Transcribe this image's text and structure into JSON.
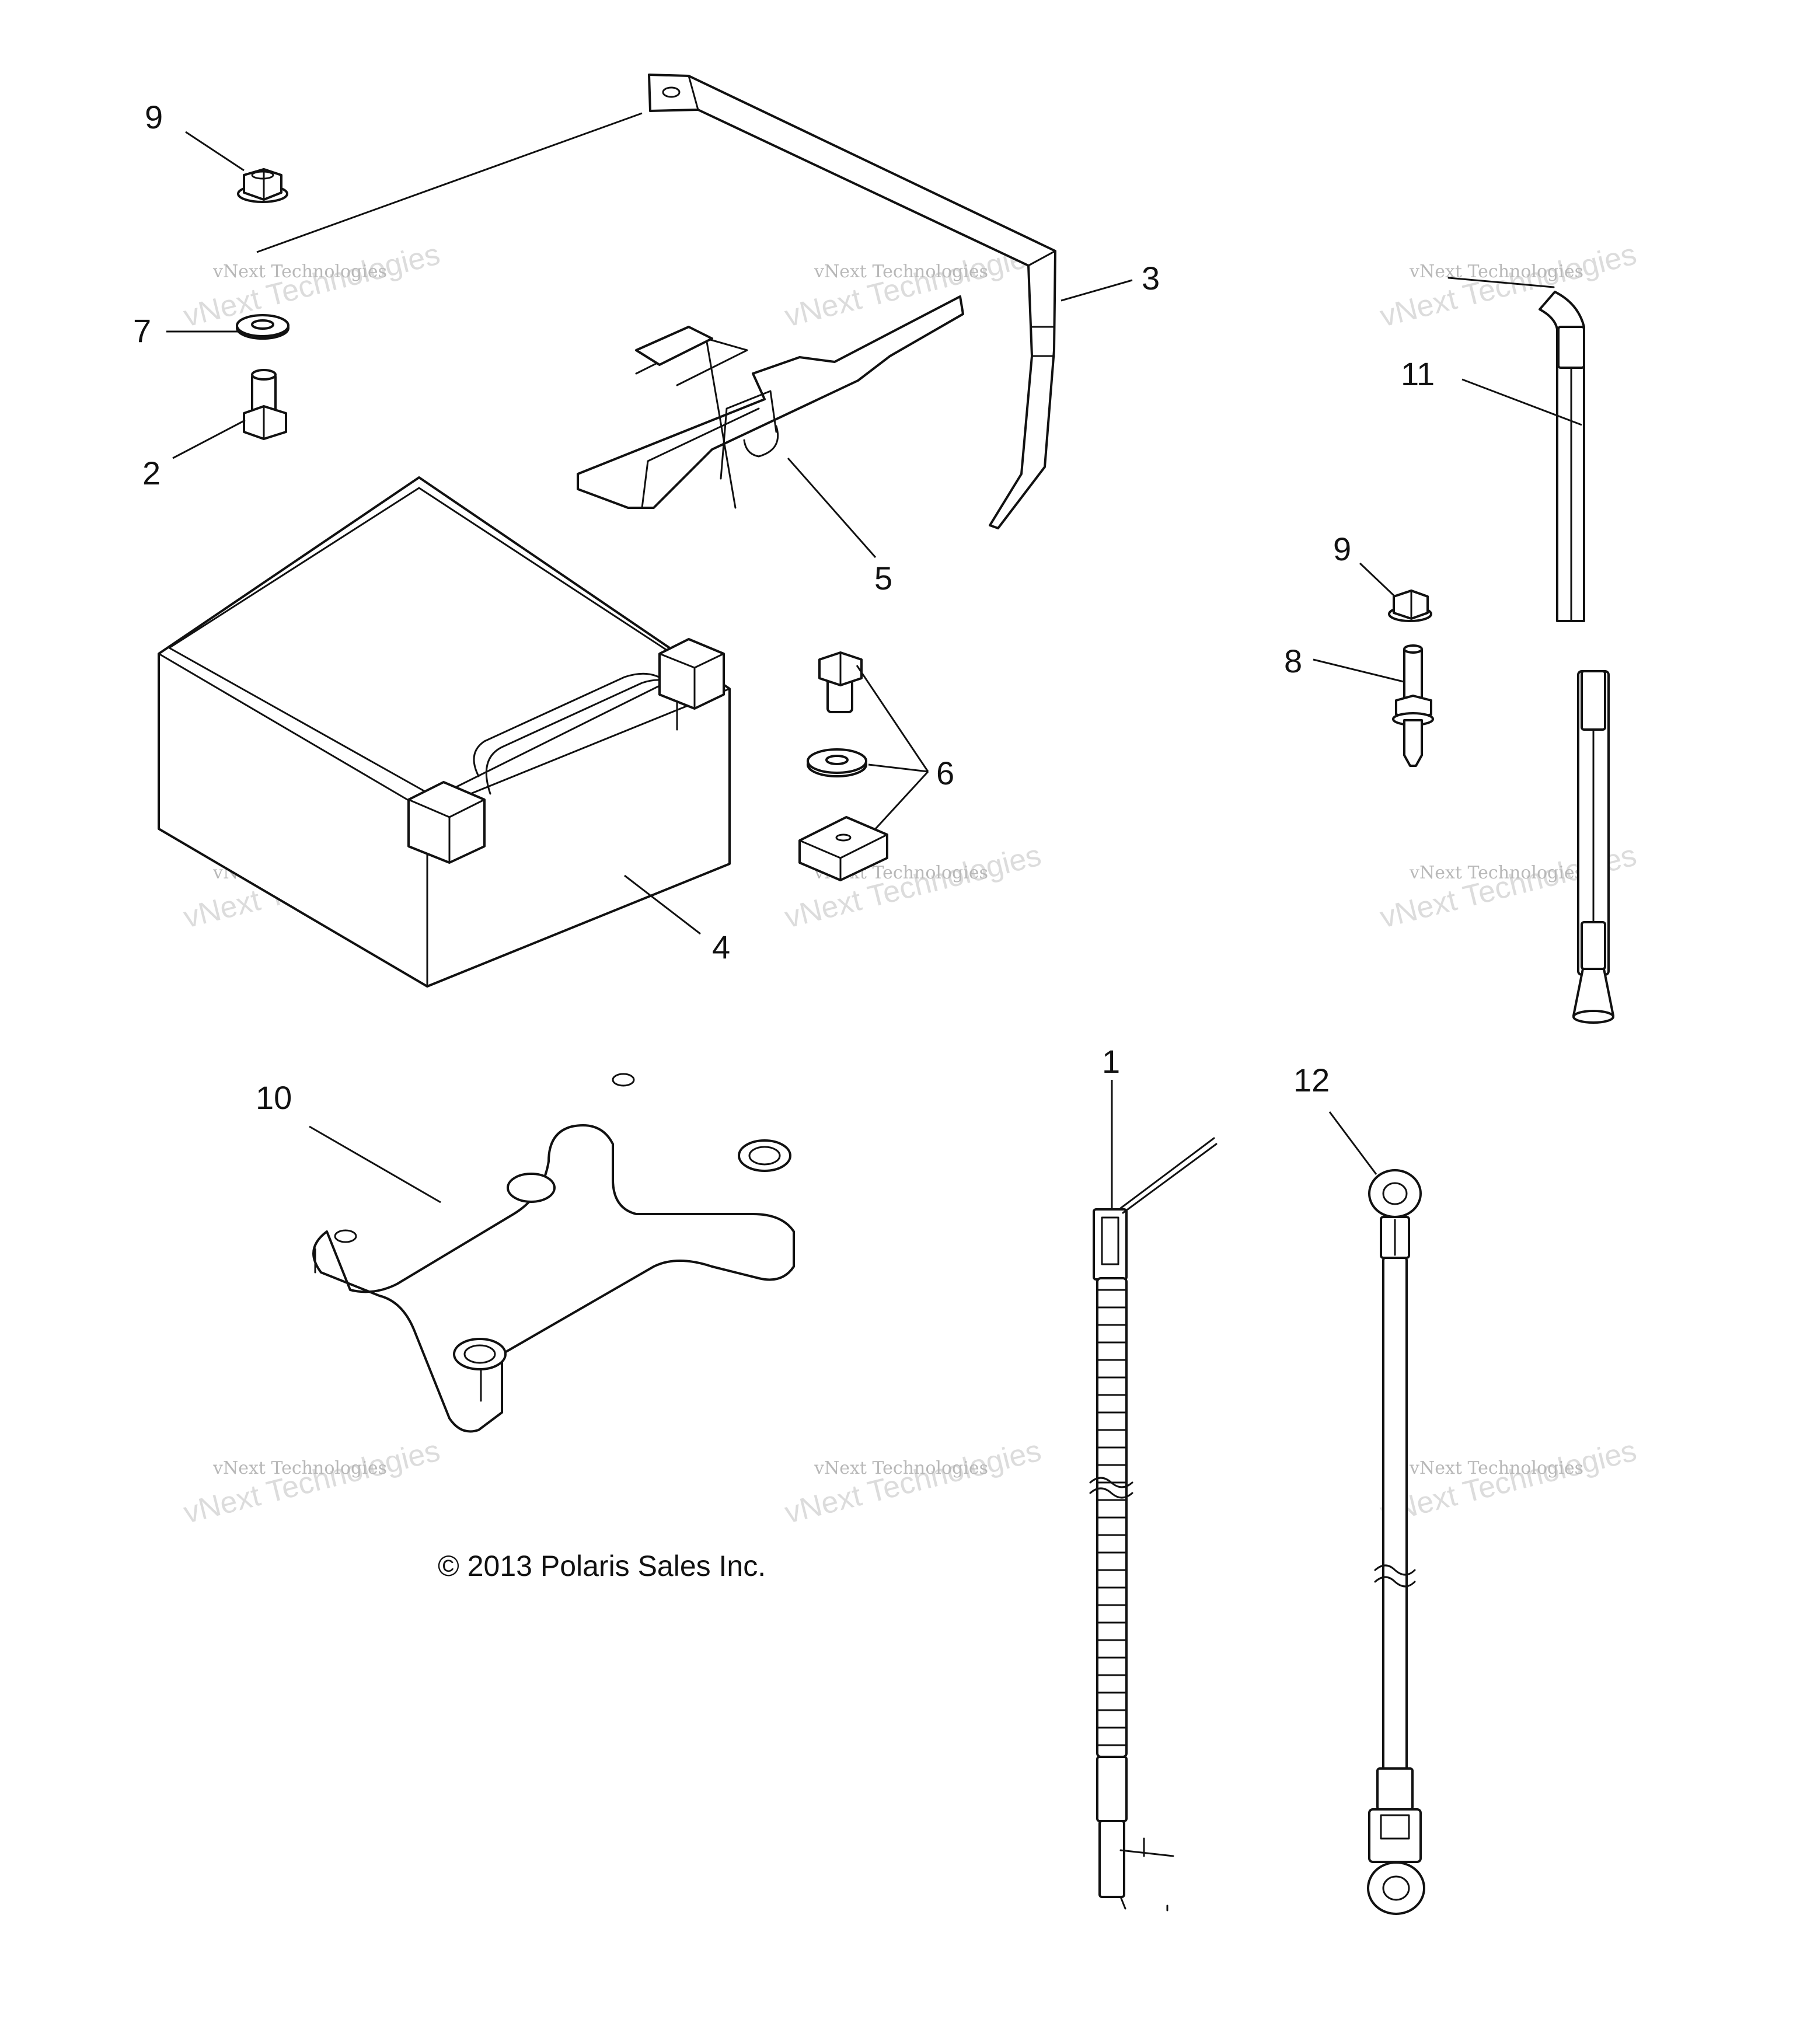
{
  "diagram": {
    "callouts": {
      "n9_top": "9",
      "n7": "7",
      "n2": "2",
      "n3": "3",
      "n5": "5",
      "n4": "4",
      "n6": "6",
      "n11": "11",
      "n9_right": "9",
      "n8": "8",
      "n10": "10",
      "n1": "1",
      "n12": "12"
    },
    "copyright": "© 2013 Polaris Sales Inc.",
    "watermark": {
      "line1": "vNext Technologies",
      "line2": "vNext Technologies"
    }
  }
}
